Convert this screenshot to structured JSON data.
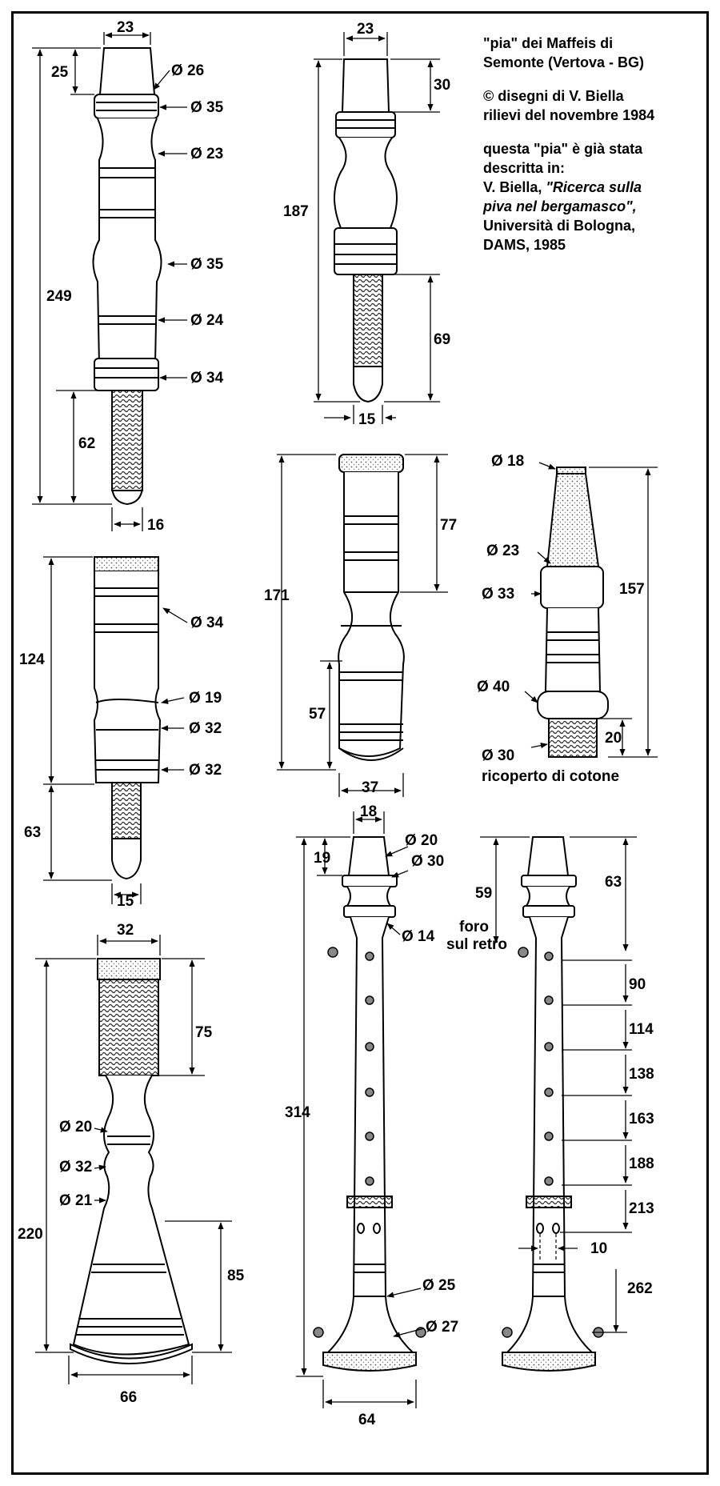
{
  "credits": {
    "line1": "\"pia\" dei Maffeis di",
    "line2": "Semonte (Vertova - BG)",
    "line3": "© disegni di V. Biella",
    "line4": "rilievi del novembre 1984",
    "line5": "questa \"pia\" è già stata",
    "line6": "descritta in:",
    "line7": "V. Biella, ",
    "line7_italic": "\"Ricerca sulla",
    "line8": "piva nel bergamasco\",",
    "line9": "Università di Bologna,",
    "line10": "DAMS, 1985"
  },
  "part1": {
    "top_width": "23",
    "top_len": "25",
    "d_top": "Ø 26",
    "d_ring": "Ø 35",
    "d_neck": "Ø 23",
    "d_bulge": "Ø 35",
    "d_lower": "Ø 24",
    "d_base": "Ø 34",
    "total": "249",
    "tenon_len": "62",
    "tenon_d": "16"
  },
  "part2": {
    "top_width": "23",
    "top_len": "30",
    "total": "187",
    "tenon_len": "69",
    "tenon_d": "15"
  },
  "part3": {
    "total": "124",
    "d_top": "Ø 34",
    "d_waist": "Ø 19",
    "d_mid": "Ø 32",
    "d_low": "Ø 32",
    "tenon_len": "63",
    "tenon_d": "15"
  },
  "part4": {
    "total": "171",
    "upper": "77",
    "lower": "57",
    "width": "37"
  },
  "part5": {
    "d_tip": "Ø  18",
    "d_mid": "Ø 23",
    "d_collar": "Ø 33",
    "total": "157",
    "d_base": "Ø 40",
    "base_len": "20",
    "d_cotton": "Ø 30",
    "cotton_note": "ricoperto di cotone"
  },
  "part6": {
    "width": "32",
    "wrap_len": "75",
    "d_a": "Ø 20",
    "d_b": "Ø 32",
    "d_c": "Ø 21",
    "total": "220",
    "bell_len": "85",
    "bell_d": "66"
  },
  "chanter": {
    "top_width": "18",
    "top_len": "19",
    "d_top": "Ø 20",
    "d_collar": "Ø 30",
    "d_bore": "Ø 14",
    "total": "314",
    "d_lower": "Ø 25",
    "d_bell": "Ø 27",
    "bell_width": "64"
  },
  "chanter_back": {
    "thumb_pos": "59",
    "back_note1": "foro",
    "back_note2": "sul retro",
    "h1": "63",
    "h2": "90",
    "h3": "114",
    "h4": "138",
    "h5": "163",
    "h6": "188",
    "h7": "213",
    "spacing": "10",
    "h8": "262"
  }
}
